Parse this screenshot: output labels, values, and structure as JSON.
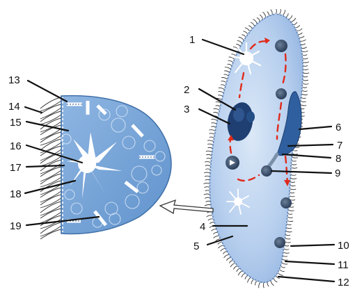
{
  "labels": [
    "1",
    "2",
    "3",
    "4",
    "5",
    "6",
    "7",
    "8",
    "9",
    "10",
    "11",
    "12",
    "13",
    "14",
    "15",
    "16",
    "17",
    "18",
    "19"
  ],
  "colors": {
    "body_fill": "#aac6e8",
    "body_light": "#dbe8f7",
    "detail_fill": "#6f9fd3",
    "nucleus": "#1f3f72",
    "oral_groove": "#2f5f9e",
    "flow_arrow": "#e02a1a",
    "cilia": "#333333"
  }
}
